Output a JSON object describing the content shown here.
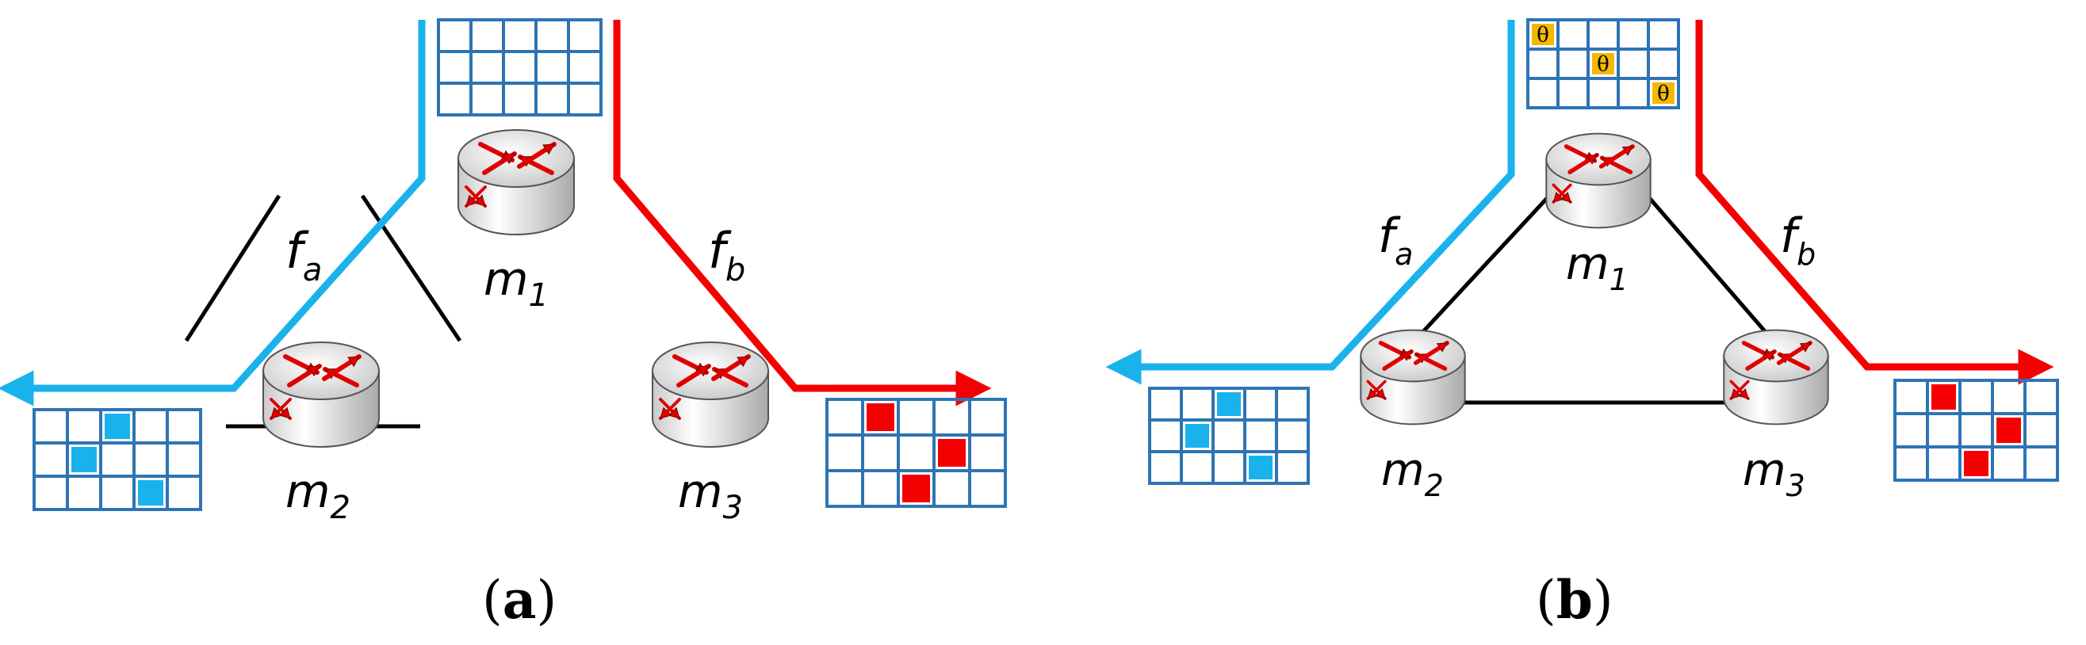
{
  "colors": {
    "flow_a": "#19b2ec",
    "flow_b": "#f40000",
    "grid": "#2e74b5",
    "theta_cell": "#f5b800",
    "link": "#000000"
  },
  "icons": {
    "router": "router-icon",
    "arrow": "arrow-icon"
  },
  "panels": [
    {
      "caption_open": "(",
      "caption": "a",
      "caption_close": ")",
      "flow_a": {
        "label": "f",
        "sub": "a"
      },
      "flow_b": {
        "label": "f",
        "sub": "b"
      },
      "nodes": [
        {
          "label": "m",
          "sub": "1"
        },
        {
          "label": "m",
          "sub": "2"
        },
        {
          "label": "m",
          "sub": "3"
        }
      ],
      "tables": [
        {
          "role": "middle",
          "rows": 3,
          "cols": 5,
          "cells": []
        },
        {
          "role": "left",
          "rows": 3,
          "cols": 5,
          "cells": [
            {
              "r": 0,
              "c": 2,
              "kind": "a"
            },
            {
              "r": 1,
              "c": 1,
              "kind": "a"
            },
            {
              "r": 2,
              "c": 3,
              "kind": "a"
            }
          ]
        },
        {
          "role": "right",
          "rows": 3,
          "cols": 5,
          "cells": [
            {
              "r": 0,
              "c": 1,
              "kind": "b"
            },
            {
              "r": 1,
              "c": 3,
              "kind": "b"
            },
            {
              "r": 2,
              "c": 2,
              "kind": "b"
            }
          ]
        }
      ]
    },
    {
      "caption_open": "(",
      "caption": "b",
      "caption_close": ")",
      "flow_a": {
        "label": "f",
        "sub": "a"
      },
      "flow_b": {
        "label": "f",
        "sub": "b"
      },
      "nodes": [
        {
          "label": "m",
          "sub": "1"
        },
        {
          "label": "m",
          "sub": "2"
        },
        {
          "label": "m",
          "sub": "3"
        }
      ],
      "tables": [
        {
          "role": "middle",
          "rows": 3,
          "cols": 5,
          "cells": [
            {
              "r": 0,
              "c": 0,
              "kind": "theta",
              "text": "θ"
            },
            {
              "r": 1,
              "c": 2,
              "kind": "theta",
              "text": "θ"
            },
            {
              "r": 2,
              "c": 4,
              "kind": "theta",
              "text": "θ"
            }
          ]
        },
        {
          "role": "left",
          "rows": 3,
          "cols": 5,
          "cells": [
            {
              "r": 0,
              "c": 2,
              "kind": "a"
            },
            {
              "r": 1,
              "c": 1,
              "kind": "a"
            },
            {
              "r": 2,
              "c": 3,
              "kind": "a"
            }
          ]
        },
        {
          "role": "right",
          "rows": 3,
          "cols": 5,
          "cells": [
            {
              "r": 0,
              "c": 1,
              "kind": "b"
            },
            {
              "r": 1,
              "c": 3,
              "kind": "b"
            },
            {
              "r": 2,
              "c": 2,
              "kind": "b"
            }
          ]
        }
      ]
    }
  ]
}
